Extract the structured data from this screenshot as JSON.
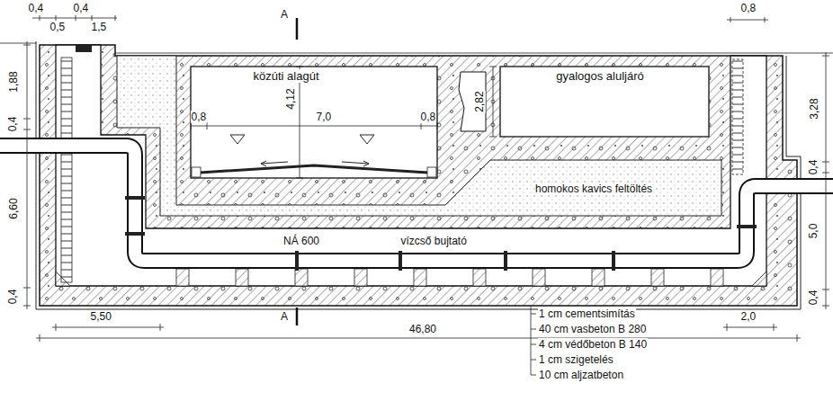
{
  "diagram": {
    "nodes": [
      {
        "text": [
          "közúti alagút"
        ]
      },
      {
        "text": [
          "gyalogos aluljáró"
        ]
      }
    ],
    "labels": [
      "0,4",
      "0,5",
      "0,4",
      "1,5",
      "A",
      "0,8",
      "1,88",
      "0,4",
      "6,60",
      "0,4",
      "3,28",
      "0,4",
      "5,0",
      "0,4",
      "4,12",
      "0,8",
      "7,0",
      "0,8",
      "2,82",
      "homokos kavics feltöltés",
      "NÁ 600",
      "vízcső bujtató",
      "A",
      "5,50",
      "46,80",
      "2,0",
      "1 cm cementsimítás",
      "40 cm vasbeton B 280",
      "4 cm védőbeton B 140",
      "1 cm szigetelés",
      "10 cm aljzatbeton"
    ]
  }
}
